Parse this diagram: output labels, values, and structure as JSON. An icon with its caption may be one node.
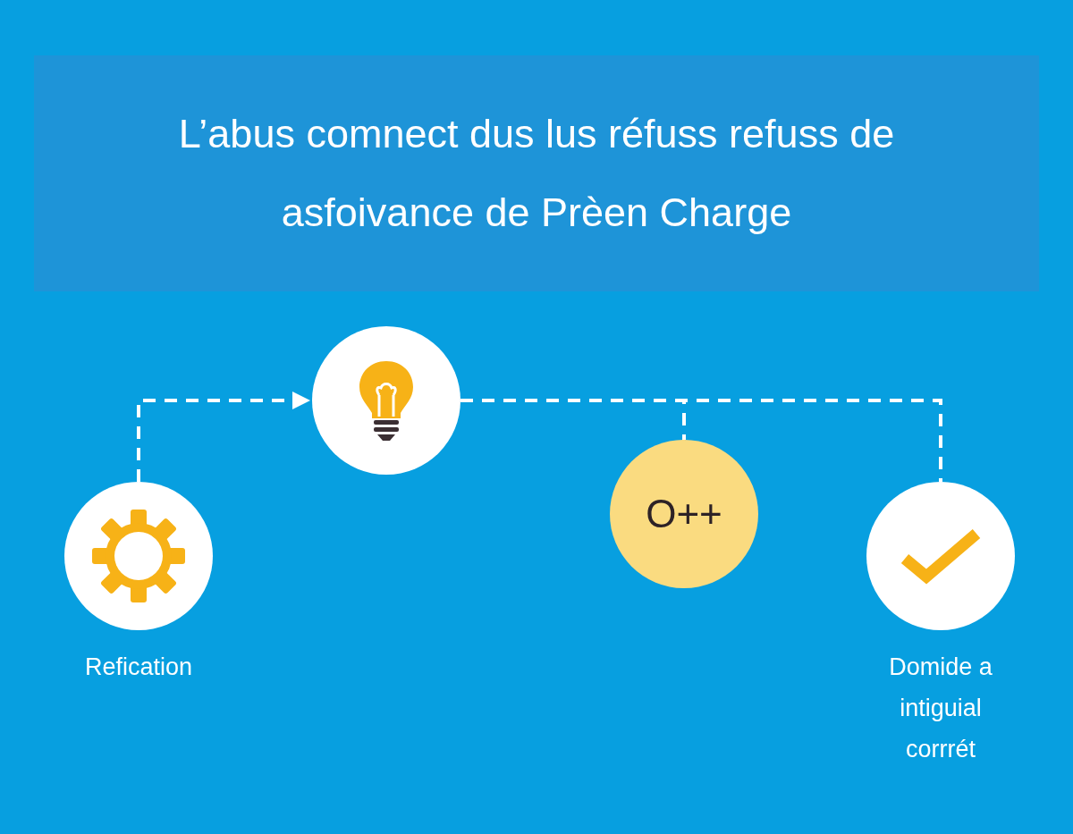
{
  "diagram": {
    "title": "L’abus comnect dus lus réfuss refuss de asfoivance de Prèen Charge",
    "nodes": [
      {
        "text": [],
        "shape": "circle",
        "beside": [
          "Refication"
        ]
      },
      {
        "text": [],
        "shape": "circle"
      },
      {
        "text": [
          "O++"
        ]
      },
      {
        "text": [],
        "shape": "circle",
        "beside": [
          "Domide a intiguial corrrét"
        ]
      }
    ],
    "edges": [
      {
        "from": 0,
        "to": 1,
        "arrow": "to",
        "style": "dashed"
      },
      {
        "from": 1,
        "to": 2,
        "arrow": "none",
        "style": "dashed"
      },
      {
        "from": 1,
        "to": 3,
        "arrow": "none",
        "style": "dashed"
      }
    ]
  }
}
